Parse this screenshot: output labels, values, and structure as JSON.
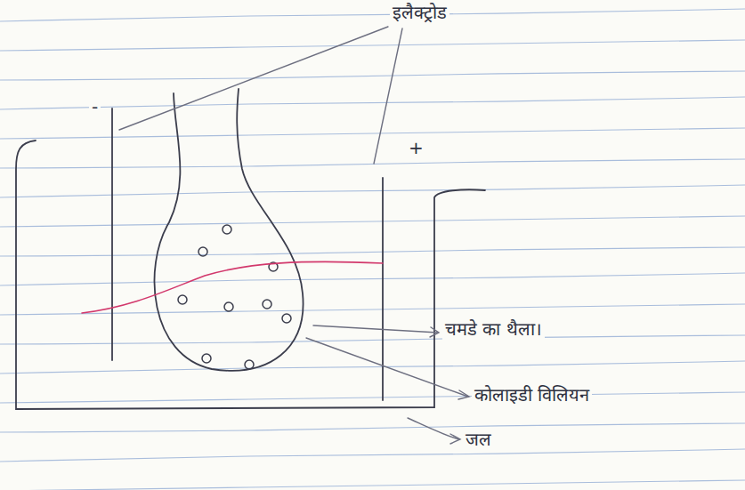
{
  "diagram": {
    "labels": [
      "इलैक्ट्रोड",
      "-",
      "+",
      "चमडे का थैला।",
      "कोलाइडी विलियन",
      "जल"
    ]
  }
}
